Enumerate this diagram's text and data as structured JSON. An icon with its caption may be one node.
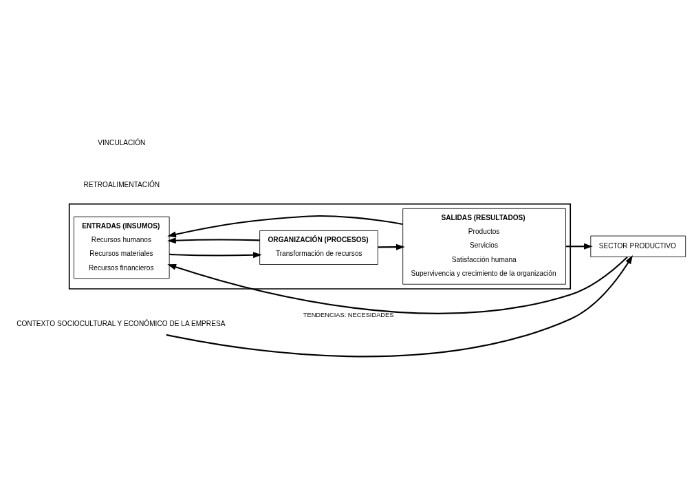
{
  "diagram": {
    "nodes": [
      {
        "text": [],
        "shape": "box"
      },
      {
        "text": [
          "ENTRADAS (INSUMOS)",
          "Recursos humanos",
          "Recursos materiales",
          "Recursos financieros"
        ],
        "in": 0
      },
      {
        "text": [
          "ORGANIZACIÓN (PROCESOS)",
          "Transformación de recursos"
        ],
        "in": 0
      },
      {
        "text": [
          "SALIDAS (RESULTADOS)",
          "Productos",
          "Servicios",
          "Satisfacción humana",
          "Supervivencia y crecimiento de la organización"
        ],
        "in": 0
      },
      {
        "text": [
          "SECTOR PRODUCTIVO"
        ]
      },
      {
        "text": [
          "CONTEXTO SOCIOCULTURAL Y ECONÓMICO DE LA EMPRESA"
        ]
      }
    ],
    "edges": [
      {
        "from": 1,
        "to": 2,
        "arrow": "to"
      },
      {
        "from": 2,
        "to": 3,
        "arrow": "to"
      },
      {
        "from": 3,
        "to": 4,
        "arrow": "to"
      },
      {
        "from": 5,
        "to": 4,
        "arrow": "to"
      },
      {
        "from": 4,
        "to": 1,
        "arrow": "to",
        "label": "TENDENCIAS: NECESIDADES"
      },
      {
        "from": 2,
        "to": 1,
        "arrow": "to"
      },
      {
        "from": 3,
        "to": 1,
        "arrow": "to"
      }
    ],
    "labels": [
      "RETROALIMENTACIÓN",
      "VINCULACIÓN"
    ]
  }
}
